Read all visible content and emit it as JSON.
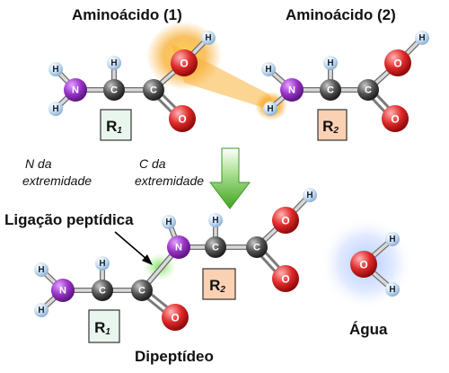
{
  "titles": {
    "amino1": "Aminoácido (1)",
    "amino2": "Aminoácido (2)",
    "dipeptide": "Dipeptídeo",
    "water": "Água"
  },
  "notes": {
    "n_terminal_line1": "N da",
    "n_terminal_line2": "extremidade",
    "c_terminal_line1": "C da",
    "c_terminal_line2": "extremidade",
    "peptide_bond": "Ligação peptídica"
  },
  "atoms": {
    "hydrogen": "H",
    "nitrogen": "N",
    "carbon": "C",
    "oxygen": "O"
  },
  "r_groups": {
    "r1": "R",
    "r1_sub": "1",
    "r2": "R",
    "r2_sub": "2"
  },
  "colors": {
    "nitrogen": "#8a2fb8",
    "carbon": "#4a4a4a",
    "oxygen": "#d81f26",
    "hydrogen": "#cfe4f5",
    "r1_box": "#e9f6ee",
    "r2_box": "#fbd1b4",
    "arrow": "#4fb532",
    "highlight": "#f7a520",
    "water_glow": "#b9cfff"
  }
}
